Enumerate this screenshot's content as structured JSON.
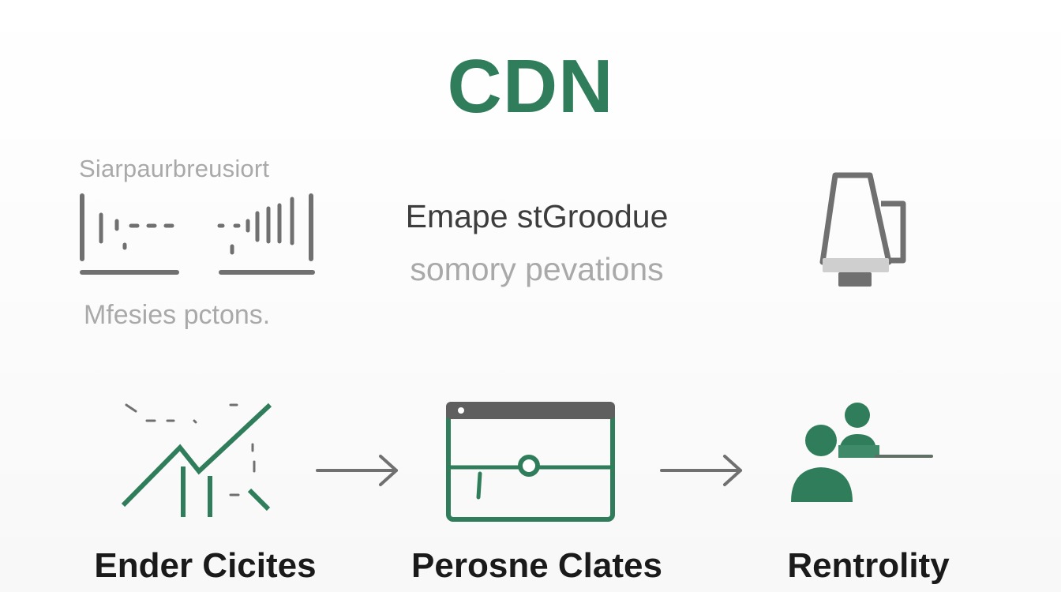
{
  "colors": {
    "accent": "#2f7d5b",
    "gray": "#707070",
    "light_gray": "#a9a9a9",
    "dark_text": "#3d3d3d"
  },
  "header": {
    "title": "CDN"
  },
  "left_panel": {
    "top_label": "Siarpaurbreusiort",
    "bottom_label": "Mfesies pctons.",
    "icon": "barcode-chart-icon"
  },
  "center_text": {
    "line1": "Emape stGroodue",
    "line2": "somory pevations"
  },
  "right_panel": {
    "icon": "mug-icon"
  },
  "flow": [
    {
      "caption": "Ender Cicites",
      "icon": "trend-chart-icon"
    },
    {
      "caption": "Perosne Clates",
      "icon": "browser-window-icon"
    },
    {
      "caption": "Rentrolity",
      "icon": "users-icon"
    }
  ]
}
